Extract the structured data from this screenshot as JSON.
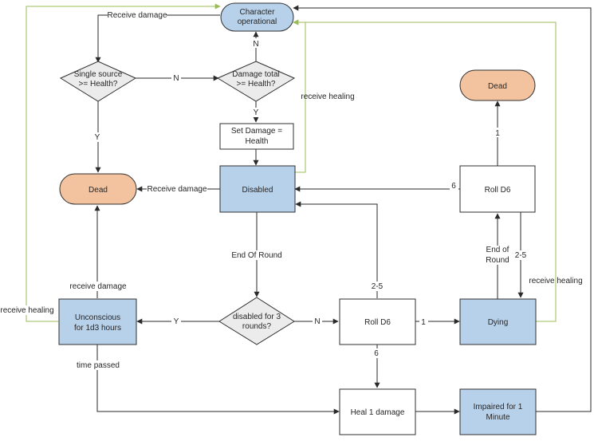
{
  "nodes": {
    "character_operational": {
      "line1": "Character",
      "line2": "operational"
    },
    "single_source": {
      "line1": "Single source",
      "line2": ">= Health?"
    },
    "damage_total": {
      "line1": "Damage total",
      "line2": ">= Health?"
    },
    "set_damage": {
      "line1": "Set Damage =",
      "line2": "Health"
    },
    "dead_left": {
      "label": "Dead"
    },
    "disabled": {
      "label": "Disabled"
    },
    "dead_right": {
      "label": "Dead"
    },
    "roll_d6_right": {
      "label": "Roll D6"
    },
    "unconscious": {
      "line1": "Unconscious",
      "line2": "for 1d3 hours"
    },
    "disabled_3_rounds": {
      "line1": "disabled for 3",
      "line2": "rounds?"
    },
    "roll_d6_mid": {
      "label": "Roll D6"
    },
    "dying": {
      "label": "Dying"
    },
    "heal_1_damage": {
      "label": "Heal 1 damage"
    },
    "impaired": {
      "line1": "Impaired for 1",
      "line2": "Minute"
    }
  },
  "edge_labels": {
    "receive_damage_top": "Receive damage",
    "n_single_to_total": "N",
    "n_total_to_operational": "N",
    "y_total_to_set": "Y",
    "y_single_to_dead": "Y",
    "receive_healing_disabled": "receive healing",
    "receive_damage_disabled": "Receive damage",
    "six_roll_to_disabled": "6",
    "one_roll_to_dead": "1",
    "end_of_round_disabled": "End Of Round",
    "end_of_round_dying_1": "End of",
    "end_of_round_dying_2": "Round",
    "two_five_dying": "2-5",
    "receive_healing_dying": "receive healing",
    "receive_damage_unconscious": "receive damage",
    "receive_healing_unconscious": "receive healing",
    "y_disabled3_to_unconscious": "Y",
    "n_disabled3_to_roll": "N",
    "two_five_roll_mid": "2-5",
    "one_roll_mid_to_dying": "1",
    "six_roll_mid_to_heal": "6",
    "time_passed": "time passed"
  },
  "colors": {
    "process_blue": "#b8d1ea",
    "terminal_orange": "#f3c39f",
    "decision_grey": "#ececec",
    "healing_line_green": "#9bbb59"
  }
}
